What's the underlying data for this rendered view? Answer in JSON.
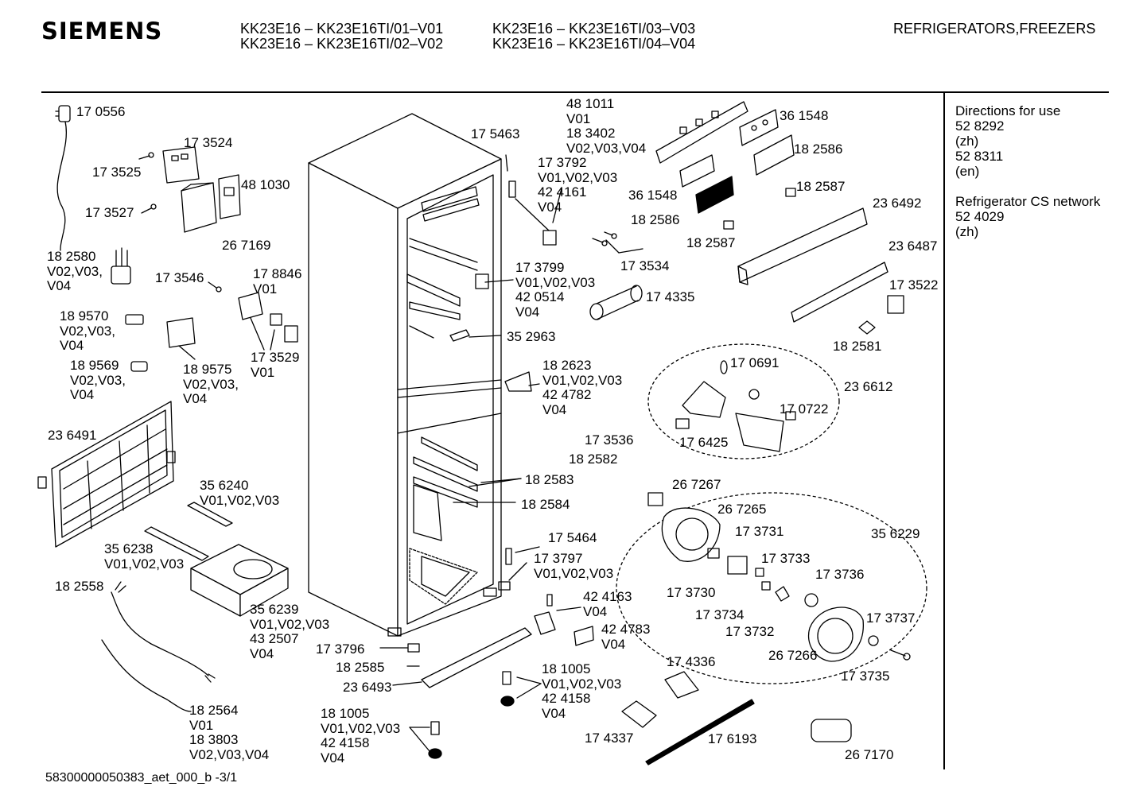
{
  "header": {
    "brand": "SIEMENS",
    "model_lines": [
      "KK23E16 – KK23E16TI/01–V01",
      "KK23E16 – KK23E16TI/02–V02",
      "KK23E16 – KK23E16TI/03–V03",
      "KK23E16 – KK23E16TI/04–V04"
    ],
    "category": "REFRIGERATORS,FREEZERS"
  },
  "sidebar": {
    "directions_title": "Directions for use",
    "directions_items": [
      "52 8292",
      "(zh)",
      "52 8311",
      "(en)"
    ],
    "network_title": "Refrigerator CS network",
    "network_items": [
      "52 4029",
      "(zh)"
    ]
  },
  "parts": [
    {
      "id": "p1",
      "text": "17 0556"
    },
    {
      "id": "p2",
      "text": "17 3524"
    },
    {
      "id": "p3",
      "text": "17 3525"
    },
    {
      "id": "p4",
      "text": "48 1030"
    },
    {
      "id": "p5",
      "text": "17 3527"
    },
    {
      "id": "p6",
      "text": "26 7169"
    },
    {
      "id": "p7",
      "text": "18 2580\nV02,V03,\nV04"
    },
    {
      "id": "p8",
      "text": "17 3546"
    },
    {
      "id": "p9",
      "text": "17 8846\nV01"
    },
    {
      "id": "p10",
      "text": "18 9570\nV02,V03,\nV04"
    },
    {
      "id": "p11",
      "text": "17 3529\nV01"
    },
    {
      "id": "p12",
      "text": "18 9569\nV02,V03,\nV04"
    },
    {
      "id": "p13",
      "text": "18 9575\nV02,V03,\nV04"
    },
    {
      "id": "p14",
      "text": "23 6491"
    },
    {
      "id": "p15",
      "text": "35 6240\nV01,V02,V03"
    },
    {
      "id": "p16",
      "text": "35 6238\nV01,V02,V03"
    },
    {
      "id": "p17",
      "text": "18 2558"
    },
    {
      "id": "p18",
      "text": "35 6239\nV01,V02,V03\n43 2507\nV04"
    },
    {
      "id": "p19",
      "text": "18 2564\nV01\n18 3803\nV02,V03,V04"
    },
    {
      "id": "p20",
      "text": "17 3796"
    },
    {
      "id": "p21",
      "text": "18 2585"
    },
    {
      "id": "p22",
      "text": "23 6493"
    },
    {
      "id": "p23",
      "text": "18 1005\nV01,V02,V03\n42 4158\nV04"
    },
    {
      "id": "p24",
      "text": "48 1011\nV01\n18 3402\nV02,V03,V04"
    },
    {
      "id": "p25",
      "text": "17 5463"
    },
    {
      "id": "p26",
      "text": "17 3792\nV01,V02,V03\n42 4161\nV04"
    },
    {
      "id": "p27",
      "text": "36 1548"
    },
    {
      "id": "p28",
      "text": "18 2586"
    },
    {
      "id": "p29",
      "text": "36 1548"
    },
    {
      "id": "p30",
      "text": "18 2587"
    },
    {
      "id": "p31",
      "text": "18 2586"
    },
    {
      "id": "p32",
      "text": "23 6492"
    },
    {
      "id": "p33",
      "text": "18 2587"
    },
    {
      "id": "p34",
      "text": "17 3534"
    },
    {
      "id": "p35",
      "text": "23 6487"
    },
    {
      "id": "p36",
      "text": "17 3799\nV01,V02,V03\n42 0514\nV04"
    },
    {
      "id": "p37",
      "text": "17 4335"
    },
    {
      "id": "p38",
      "text": "17 3522"
    },
    {
      "id": "p39",
      "text": "35 2963"
    },
    {
      "id": "p40",
      "text": "18 2581"
    },
    {
      "id": "p41",
      "text": "17 0691"
    },
    {
      "id": "p42",
      "text": "18 2623\nV01,V02,V03\n42 4782\nV04"
    },
    {
      "id": "p43",
      "text": "23 6612"
    },
    {
      "id": "p44",
      "text": "17 0722"
    },
    {
      "id": "p45",
      "text": "17 6425"
    },
    {
      "id": "p46",
      "text": "17 3536"
    },
    {
      "id": "p47",
      "text": "18 2582"
    },
    {
      "id": "p48",
      "text": "18 2583"
    },
    {
      "id": "p49",
      "text": "26 7267"
    },
    {
      "id": "p50",
      "text": "18 2584"
    },
    {
      "id": "p51",
      "text": "26 7265"
    },
    {
      "id": "p52",
      "text": "35 6229"
    },
    {
      "id": "p53",
      "text": "17 3731"
    },
    {
      "id": "p54",
      "text": "17 5464"
    },
    {
      "id": "p55",
      "text": "17 3797\nV01,V02,V03"
    },
    {
      "id": "p56",
      "text": "17 3733"
    },
    {
      "id": "p57",
      "text": "17 3736"
    },
    {
      "id": "p58",
      "text": "42 4163\nV04"
    },
    {
      "id": "p59",
      "text": "17 3730"
    },
    {
      "id": "p60",
      "text": "17 3734"
    },
    {
      "id": "p61",
      "text": "17 3737"
    },
    {
      "id": "p62",
      "text": "42 4783\nV04"
    },
    {
      "id": "p63",
      "text": "17 3732"
    },
    {
      "id": "p64",
      "text": "26 7266"
    },
    {
      "id": "p65",
      "text": "17 3735"
    },
    {
      "id": "p66",
      "text": "17 4336"
    },
    {
      "id": "p67",
      "text": "18 1005\nV01,V02,V03\n42 4158\nV04"
    },
    {
      "id": "p68",
      "text": "17 4337"
    },
    {
      "id": "p69",
      "text": "17 6193"
    },
    {
      "id": "p70",
      "text": "26 7170"
    }
  ],
  "footer": "58300000050383_aet_000_b -3/1"
}
